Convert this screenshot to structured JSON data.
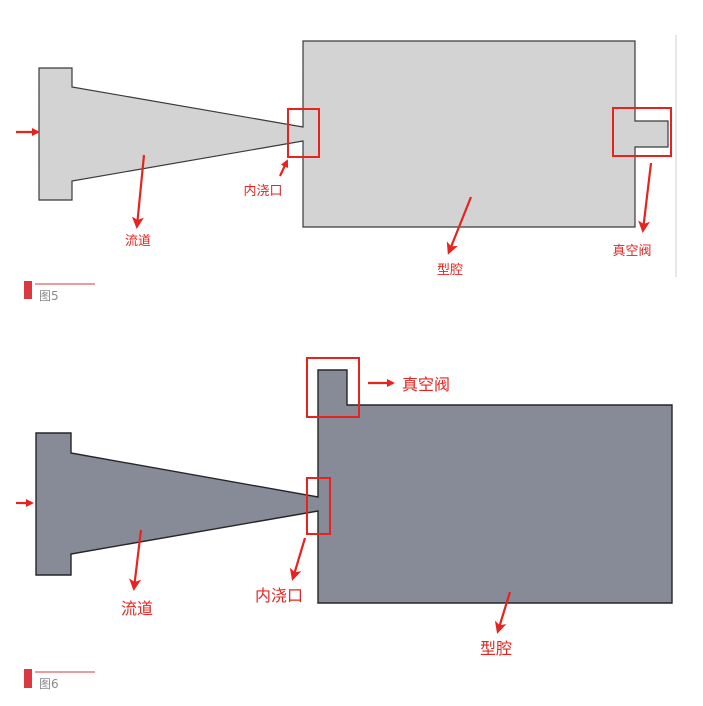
{
  "figures": [
    {
      "id": "fig5",
      "caption": "图5",
      "labels": {
        "runner": "流道",
        "gate": "内浇口",
        "cavity": "型腔",
        "vacuum_valve": "真空阀"
      },
      "part_fill": "#d3d3d3",
      "vent_position": "right side of cavity"
    },
    {
      "id": "fig6",
      "caption": "图6",
      "labels": {
        "runner": "流道",
        "gate": "内浇口",
        "cavity": "型腔",
        "vacuum_valve": "真空阀"
      },
      "part_fill": "#878b98",
      "vent_position": "top-left corner of cavity"
    }
  ],
  "colors": {
    "annotation": "#e8231f",
    "caption_accent": "#d9393f",
    "caption_text": "#8a8a8a"
  }
}
